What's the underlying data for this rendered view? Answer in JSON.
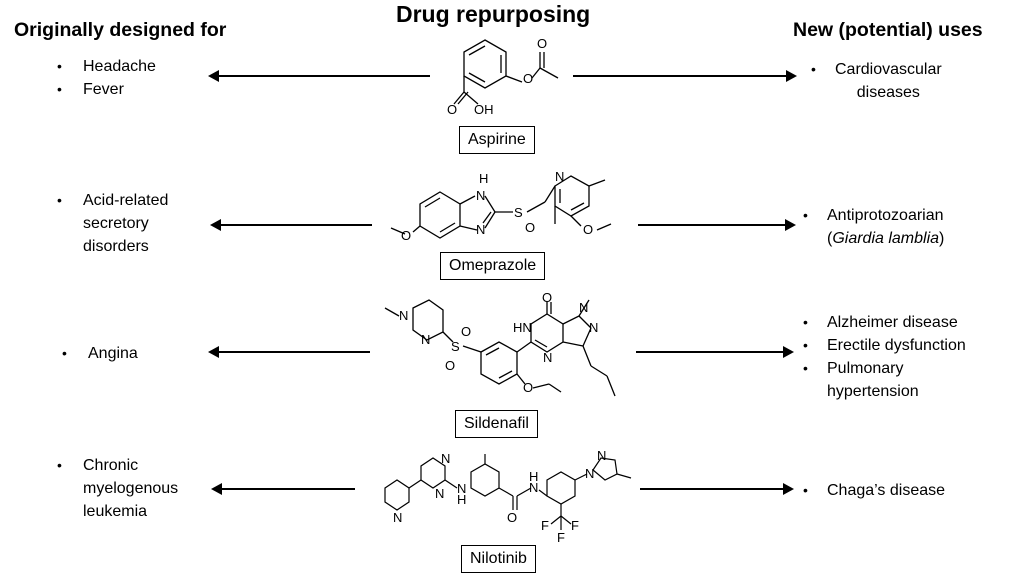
{
  "headers": {
    "left": "Originally designed for",
    "center": "Drug repurposing",
    "right": "New (potential) uses"
  },
  "drugs": [
    {
      "name": "Aspirine",
      "original_uses": [
        "Headache",
        "Fever"
      ],
      "new_uses": [
        "Cardiovascular",
        "diseases"
      ]
    },
    {
      "name": "Omeprazole",
      "original_uses": [
        "Acid-related",
        "secretory",
        "disorders"
      ],
      "new_uses": [
        "Antiprotozoarian",
        "(",
        "Giardia lamblia",
        ")"
      ]
    },
    {
      "name": "Sildenafil",
      "original_uses": [
        "Angina"
      ],
      "new_uses": [
        "Alzheimer disease",
        "Erectile dysfunction",
        "Pulmonary",
        "hypertension"
      ]
    },
    {
      "name": "Nilotinib",
      "original_uses": [
        "Chronic",
        "myelogenous",
        "leukemia"
      ],
      "new_uses": [
        "Chaga’s disease"
      ]
    }
  ],
  "atoms": {
    "oxygen": "O",
    "hydroxyl": "OH",
    "nitrogen": "N",
    "amine": "H",
    "nh": "HN",
    "sulfur": "S",
    "fluorine": "F"
  }
}
